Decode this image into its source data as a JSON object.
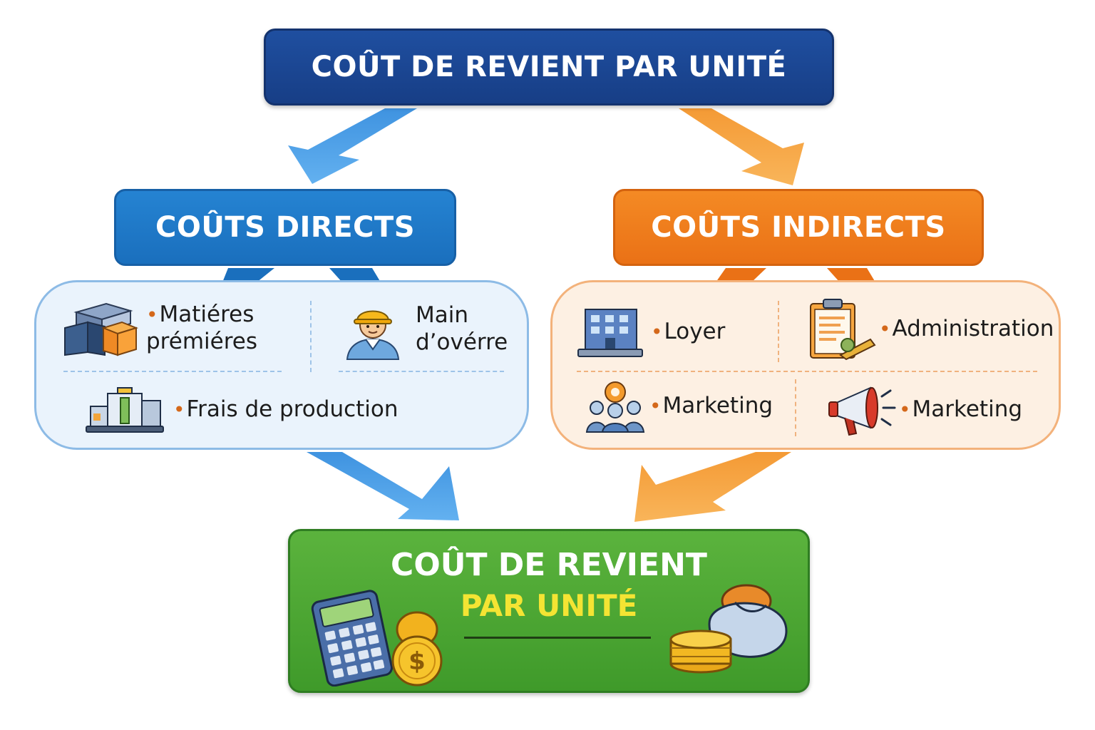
{
  "top": {
    "title": "COÛT DE REVIENT PAR UNITÉ"
  },
  "direct": {
    "title": "COÛTS DIRECTS",
    "items": [
      {
        "label_line1": "Matiéres",
        "label_line2": "prémiéres",
        "icon": "raw-materials-icon"
      },
      {
        "label_line1": "Main",
        "label_line2": "d’ovérre",
        "icon": "worker-icon"
      },
      {
        "label": "Frais de production",
        "icon": "machine-icon"
      }
    ]
  },
  "indirect": {
    "title": "COÛTS INDIRECTS",
    "items": [
      {
        "label": "Loyer",
        "icon": "building-icon"
      },
      {
        "label": "Administration",
        "icon": "clipboard-icon"
      },
      {
        "label": "Marketing",
        "icon": "team-gear-icon"
      },
      {
        "label": "Marketing",
        "icon": "megaphone-icon"
      }
    ]
  },
  "result": {
    "line1": "COÛT DE REVIENT",
    "line2": "PAR UNITÉ",
    "icons": [
      "calculator-icon",
      "coins-icon",
      "money-bag-icon"
    ]
  },
  "colors": {
    "top": "#1f4fa0",
    "direct": "#1f78c8",
    "indirect": "#ef7b1c",
    "result": "#4ea635",
    "result_accent": "#f4e433",
    "arrow_blue": "#4aa0e6",
    "arrow_orange": "#f7a542"
  }
}
